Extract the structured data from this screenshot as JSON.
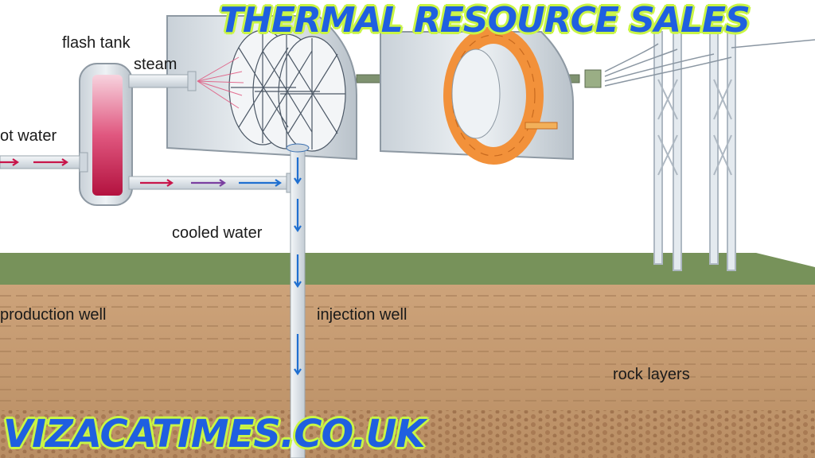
{
  "title": "THERMAL RESOURCE SALES",
  "watermark": "VIZACATIMES.CO.UK",
  "labels": {
    "flash_tank": "flash tank",
    "steam": "steam",
    "hot_water": "ot water",
    "cooled_water": "cooled water",
    "production_well": "production well",
    "injection_well": "injection well",
    "rock_layers": "rock layers"
  },
  "colors": {
    "title_text": "#1f5fe0",
    "title_outline": "#c9f545",
    "grass": "#77925a",
    "soil": "#c49a70",
    "rock_deep": "#b98e64",
    "pipe": "#dfe6ec",
    "hot_fluid": "#c8154a",
    "cool_arrow": "#1f6fd0",
    "generator_coil": "#f2913a"
  }
}
